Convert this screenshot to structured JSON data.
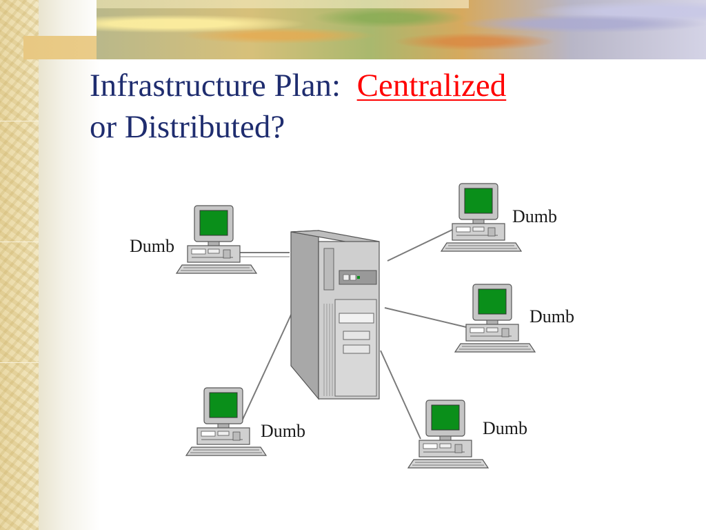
{
  "title": {
    "prefix": "Infrastructure Plan:",
    "highlight": "Centralized",
    "line2": "or Distributed?"
  },
  "terminals": [
    {
      "id": "left-top",
      "label": "Dumb"
    },
    {
      "id": "right-top",
      "label": "Dumb"
    },
    {
      "id": "right-middle",
      "label": "Dumb"
    },
    {
      "id": "bottom-right",
      "label": "Dumb"
    },
    {
      "id": "bottom-left",
      "label": "Dumb"
    }
  ],
  "colors": {
    "title": "#1f2d6f",
    "highlight": "#ff0000",
    "screen": "#0a8f1a",
    "computer_body": "#c6c6c6"
  }
}
